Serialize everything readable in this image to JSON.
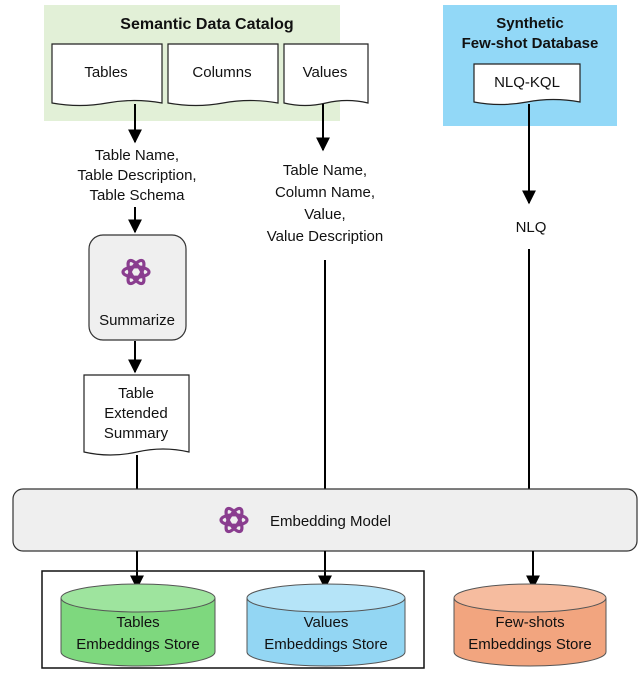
{
  "catalog": {
    "title": "Semantic Data Catalog",
    "docs": [
      "Tables",
      "Columns",
      "Values"
    ]
  },
  "fewshot_db": {
    "title_line1": "Synthetic",
    "title_line2": "Few-shot Database",
    "doc": "NLQ-KQL"
  },
  "tables_fields": [
    "Table Name,",
    "Table Description,",
    "Table Schema"
  ],
  "values_fields": [
    "Table Name,",
    "Column Name,",
    "Value,",
    "Value Description"
  ],
  "nlq_label": "NLQ",
  "summarize": {
    "label": "Summarize",
    "icon": "openai-icon"
  },
  "summary_doc": [
    "Table",
    "Extended",
    "Summary"
  ],
  "embedding": {
    "label": "Embedding Model",
    "icon": "openai-icon"
  },
  "stores": {
    "tables": {
      "line1": "Tables",
      "line2": "Embeddings Store",
      "color": "#7ed87e"
    },
    "values": {
      "line1": "Values",
      "line2": "Embeddings Store",
      "color": "#93d6f3"
    },
    "fewshots": {
      "line1": "Few-shots",
      "line2": "Embeddings Store",
      "color": "#f2a57f"
    }
  },
  "colors": {
    "catalog_bg": "#e2f0d7",
    "fewshot_bg": "#92d8f7",
    "panel_bg": "#efefef",
    "icon": "#8a3d8f"
  }
}
